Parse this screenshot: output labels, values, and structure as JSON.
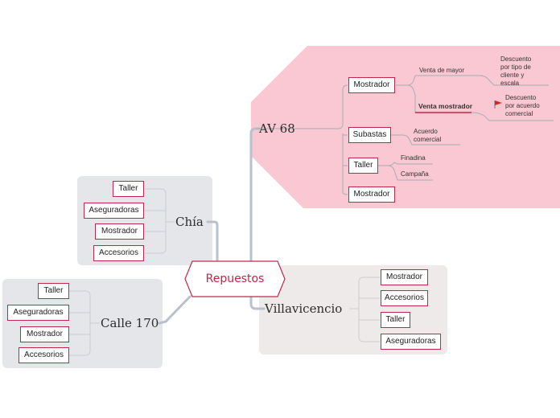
{
  "central": {
    "label": "Repuestos"
  },
  "branches": {
    "av68": {
      "label": "AV 68",
      "mostrador": "Mostrador",
      "venta_mayor": "Venta de mayor",
      "descuento_tipo": [
        "Descuento",
        "por tipo de",
        "cliente y",
        "escala"
      ],
      "venta_mostrador": "Venta mostrador",
      "descuento_acuerdo": [
        "Descuento",
        "por acuerdo",
        "comercial"
      ],
      "subastas": "Subastas",
      "acuerdo_comercial": [
        "Acuerdo",
        "comercial"
      ],
      "taller": "Taller",
      "finadina": "Finadina",
      "campana": "Campaña",
      "mostrador2": "Mostrador"
    },
    "chia": {
      "label": "Chía",
      "items": [
        "Taller",
        "Aseguradoras",
        "Mostrador",
        "Accesorios"
      ]
    },
    "calle170": {
      "label": "Calle 170",
      "items": [
        "Taller",
        "Aseguradoras",
        "Mostrador",
        "Accesorios"
      ]
    },
    "villavicencio": {
      "label": "Villavicencio",
      "items": [
        "Mostrador",
        "Accesorios",
        "Taller",
        "Aseguradoras"
      ]
    }
  },
  "colors": {
    "accent": "#c2274a",
    "av68_bg": "#f9c8d3",
    "gray_bg": "#e4e6ea",
    "villa_bg": "#eeeaea",
    "connector": "#b9c2cc",
    "flag": "#d9262c"
  }
}
